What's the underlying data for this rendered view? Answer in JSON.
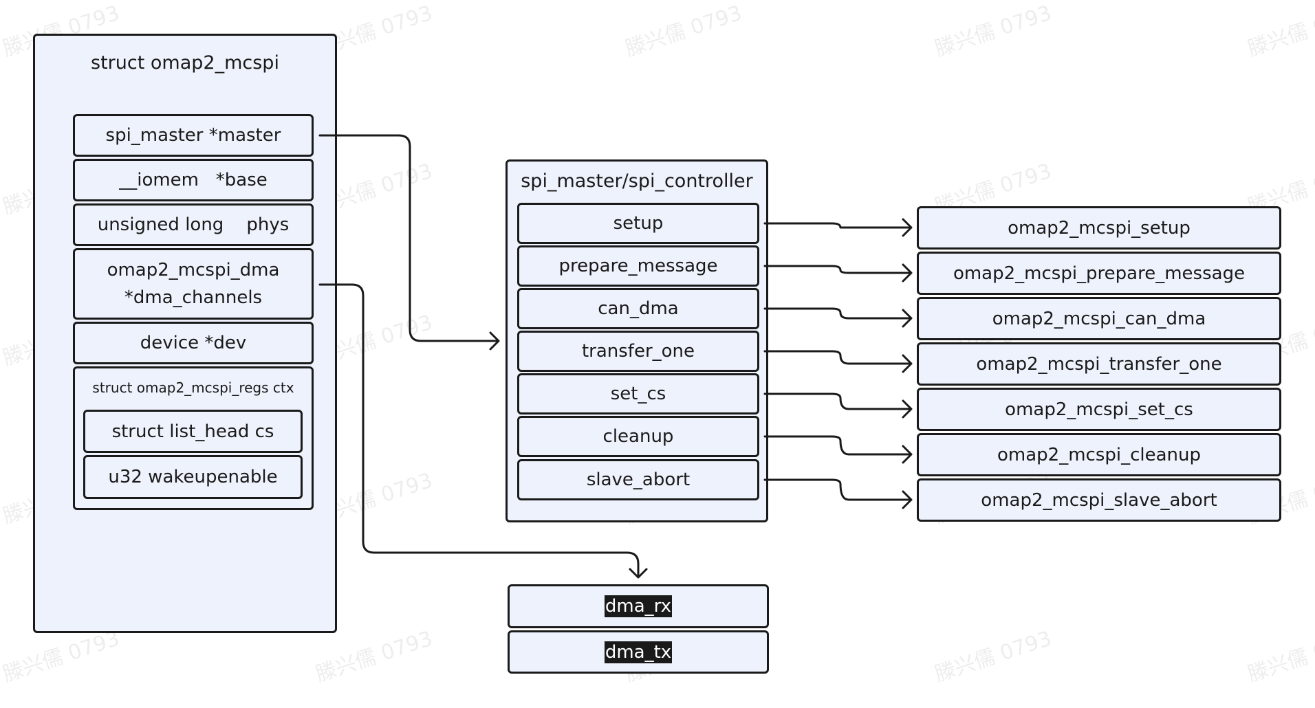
{
  "mcspi": {
    "title": "struct omap2_mcspi",
    "fields": [
      "spi_master *master",
      "__iomem   *base",
      "unsigned long    phys",
      "omap2_mcspi_dma\n*dma_channels",
      "device *dev"
    ],
    "ctx": {
      "title": "struct omap2_mcspi_regs ctx",
      "fields": [
        "struct list_head cs",
        "u32 wakeupenable"
      ]
    }
  },
  "controller": {
    "title": "spi_master/spi_controller",
    "fields": [
      "setup",
      "prepare_message",
      "can_dma",
      "transfer_one",
      "set_cs",
      "cleanup",
      "slave_abort"
    ]
  },
  "functions": [
    "omap2_mcspi_setup",
    "omap2_mcspi_prepare_message",
    "omap2_mcspi_can_dma",
    "omap2_mcspi_transfer_one",
    "omap2_mcspi_set_cs",
    "omap2_mcspi_cleanup",
    "omap2_mcspi_slave_abort"
  ],
  "dma": [
    "dma_rx",
    "dma_tx"
  ],
  "watermark": "滕兴儒 0793"
}
